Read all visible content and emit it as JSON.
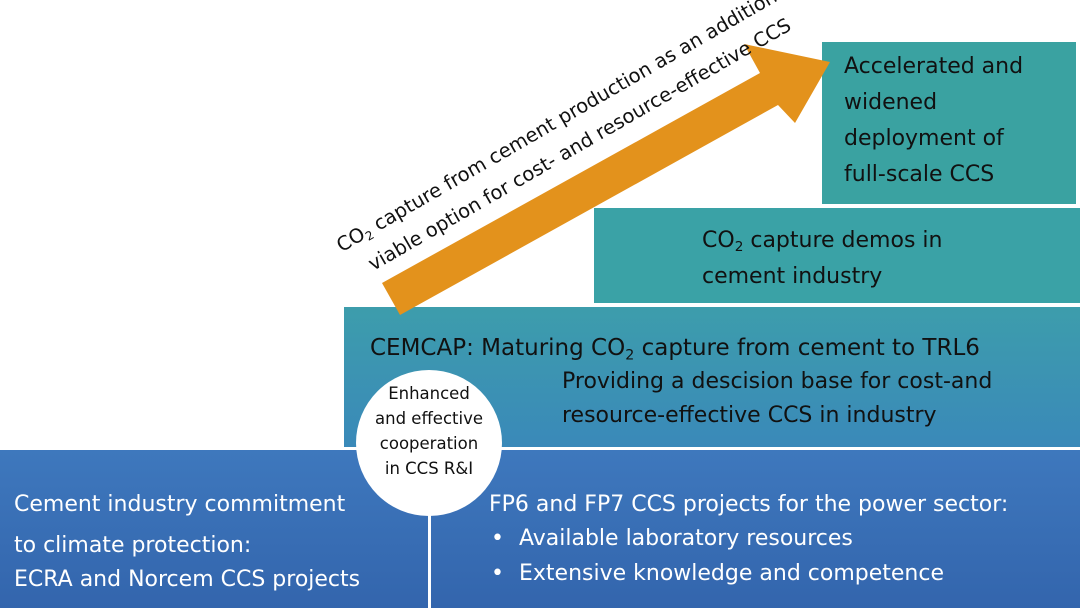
{
  "base": {
    "left": {
      "lines": [
        "Cement industry commitment",
        "to climate protection:",
        "ECRA and Norcem CCS projects"
      ]
    },
    "right": {
      "title": "FP6 and FP7 CCS projects  for the power sector:",
      "bullets": [
        "Available laboratory resources",
        "Extensive knowledge and competence"
      ]
    }
  },
  "cemcap": {
    "line1_prefix": "CEMCAP: Maturing CO",
    "line1_sub": "2",
    "line1_suffix": " capture from cement to TRL6",
    "line2": "Providing a descision base for cost-and",
    "line3": "resource-effective CCS in industry"
  },
  "circle": {
    "lines": [
      "Enhanced",
      "and effective",
      "cooperation",
      "in CCS R&I"
    ]
  },
  "demos": {
    "line1_prefix": "CO",
    "line1_sub": "2",
    "line1_suffix": " capture demos in",
    "line2": "cement industry"
  },
  "deploy": {
    "lines": [
      "Accelerated and",
      "widened",
      "deployment of",
      "full-scale CCS"
    ]
  },
  "arrow": {
    "line1_prefix": "CO",
    "line1_sub": "2",
    "line1_suffix": " capture from cement production as an additional",
    "line2": "viable option for cost- and resource-effective CCS"
  },
  "colors": {
    "base_blue": "#3a6fb6",
    "cemcap_teal": "#3b95b2",
    "step_teal": "#3aa2a4",
    "arrow_orange": "#e3921c"
  }
}
